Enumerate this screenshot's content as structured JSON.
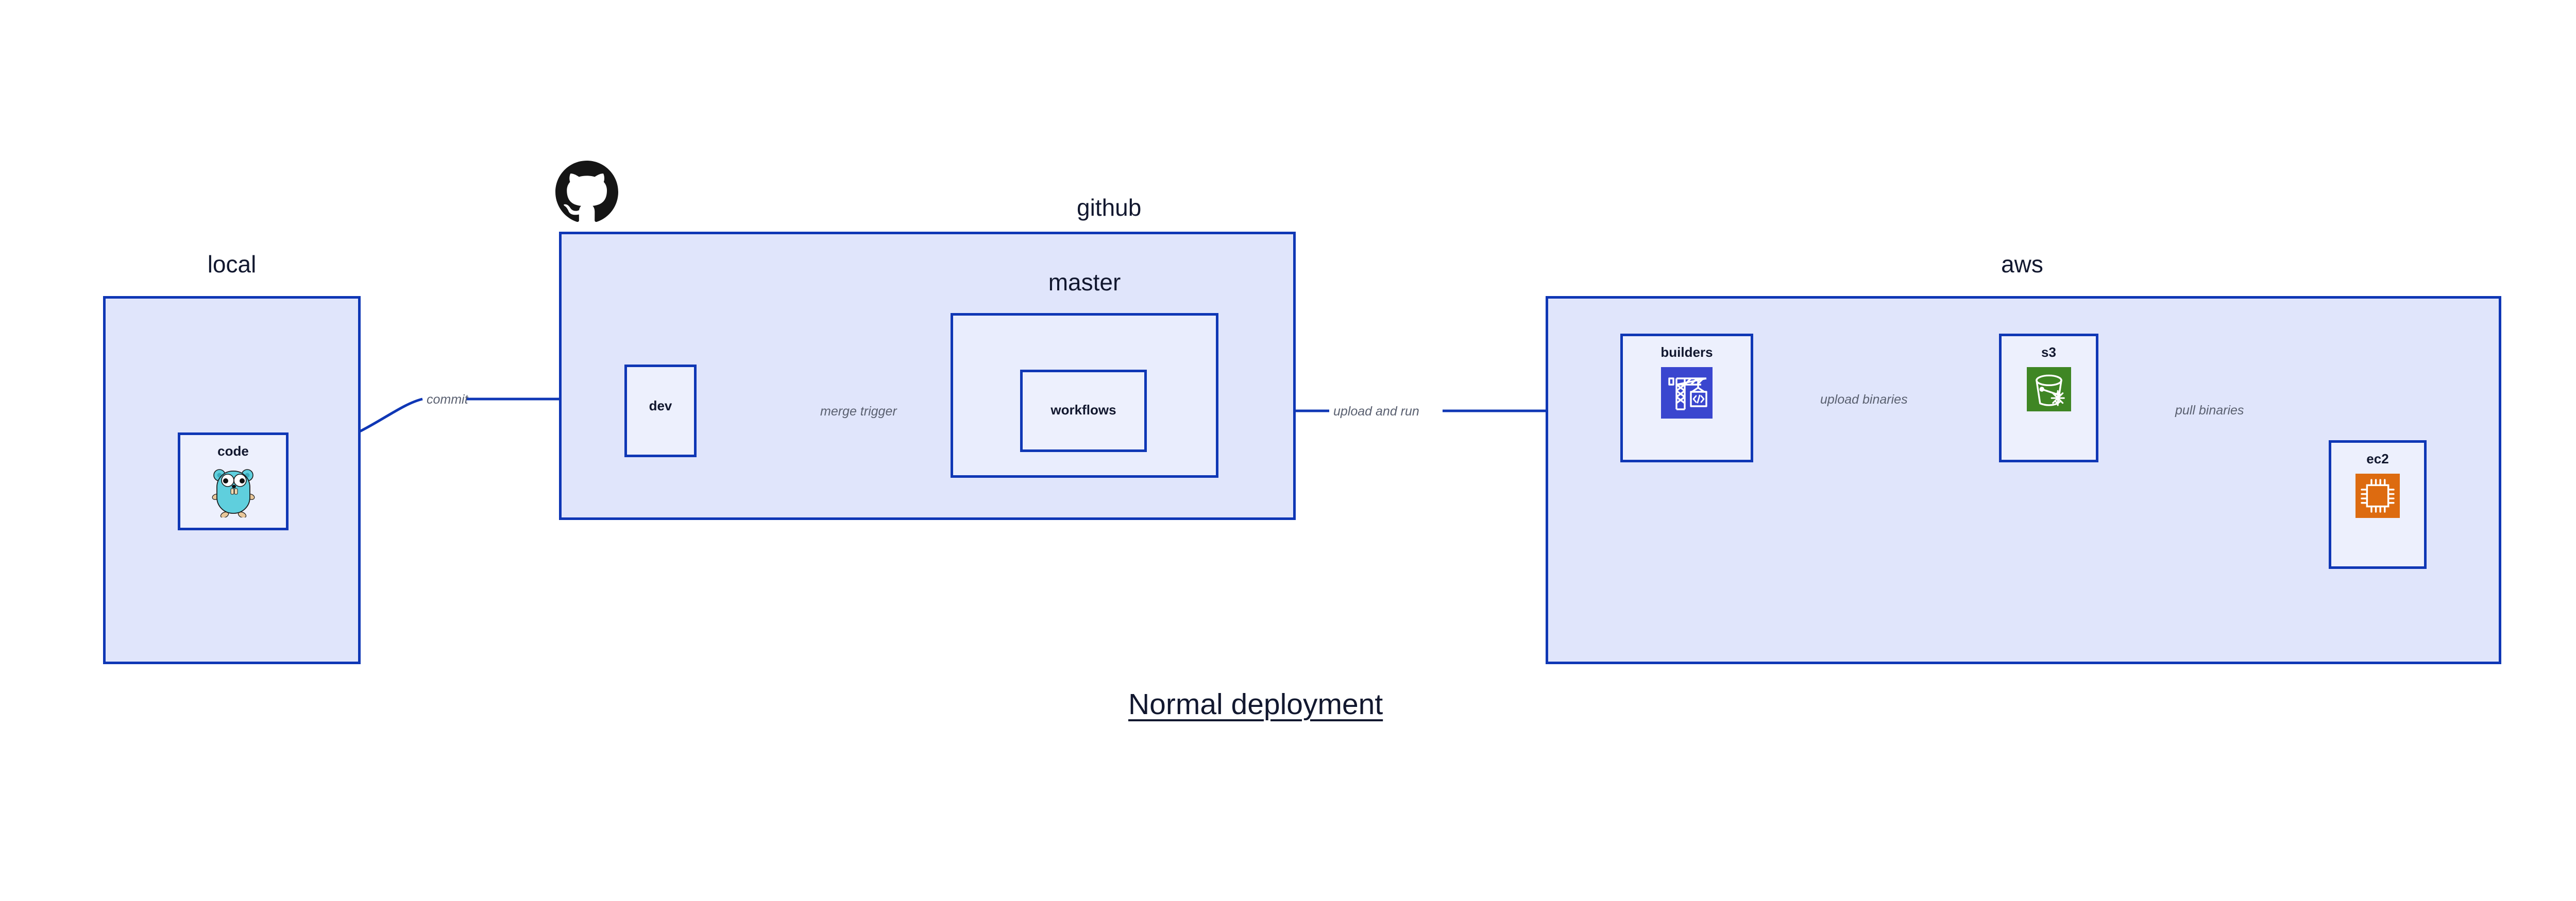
{
  "diagram": {
    "title": "Normal deployment",
    "colors": {
      "border": "#0f37b5",
      "group_fill": "#e0e5fb",
      "nested_group_fill": "#e9edfd",
      "node_fill": "#edf0fd",
      "node_text": "#12182f",
      "edge_label_text": "#5a6070",
      "edge_stroke": "#0f37b5",
      "github_logo": "#151515",
      "codebuild_icon": "#3a46cf",
      "s3_icon": "#3f8624",
      "ec2_icon": "#dd6b10",
      "gopher_body": "#5fcfdd"
    }
  },
  "groups": [
    {
      "id": "local",
      "label": "local"
    },
    {
      "id": "github",
      "label": "github"
    },
    {
      "id": "master",
      "label": "master"
    },
    {
      "id": "aws",
      "label": "aws"
    }
  ],
  "nodes": [
    {
      "id": "code",
      "label": "code",
      "icon": "go-gopher-icon"
    },
    {
      "id": "dev",
      "label": "dev",
      "icon": null
    },
    {
      "id": "workflows",
      "label": "workflows",
      "icon": null
    },
    {
      "id": "builders",
      "label": "builders",
      "icon": "aws-codebuild-icon"
    },
    {
      "id": "s3",
      "label": "s3",
      "icon": "aws-s3-bucket-icon"
    },
    {
      "id": "ec2",
      "label": "ec2",
      "icon": "aws-ec2-chip-icon"
    }
  ],
  "edges": [
    {
      "id": "commit",
      "label": "commit",
      "from": "code",
      "to": "dev"
    },
    {
      "id": "merge-trigger",
      "label": "merge trigger",
      "from": "dev",
      "to": "workflows"
    },
    {
      "id": "upload-and-run",
      "label": "upload and run",
      "from": "workflows",
      "to": "builders"
    },
    {
      "id": "upload-binaries",
      "label": "upload binaries",
      "from": "builders",
      "to": "s3"
    },
    {
      "id": "pull-binaries",
      "label": "pull binaries",
      "from": "s3",
      "to": "ec2"
    }
  ],
  "logos": [
    {
      "id": "github-logo",
      "name": "github-octocat-logo"
    }
  ]
}
